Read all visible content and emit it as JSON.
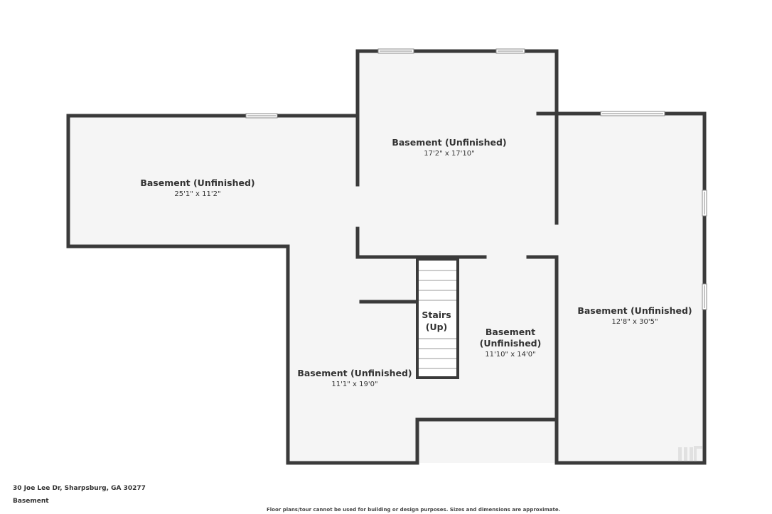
{
  "rooms": [
    {
      "name": "Basement (Unfinished)",
      "dims": "25'1\" x 11'2\""
    },
    {
      "name": "Basement (Unfinished)",
      "dims": "17'2\" x 17'10\""
    },
    {
      "name": "Basement (Unfinished)",
      "dims": "12'8\" x 30'5\""
    },
    {
      "name_line1": "Basement",
      "name_line2": "(Unfinished)",
      "dims": "11'10\" x 14'0\""
    },
    {
      "name": "Basement (Unfinished)",
      "dims": "11'1\" x 19'0\""
    }
  ],
  "stairs": {
    "line1": "Stairs",
    "line2": "(Up)"
  },
  "footer": {
    "address": "30 Joe Lee Dr, Sharpsburg, GA 30277",
    "level": "Basement",
    "disclaimer": "Floor plans/tour cannot be used for building or design purposes. Sizes and dimensions are approximate."
  },
  "colors": {
    "wall": "#3a3a3a",
    "floor": "#f5f5f5",
    "background": "#ffffff"
  },
  "icons": {
    "watermark": "brand-logo-icon"
  }
}
